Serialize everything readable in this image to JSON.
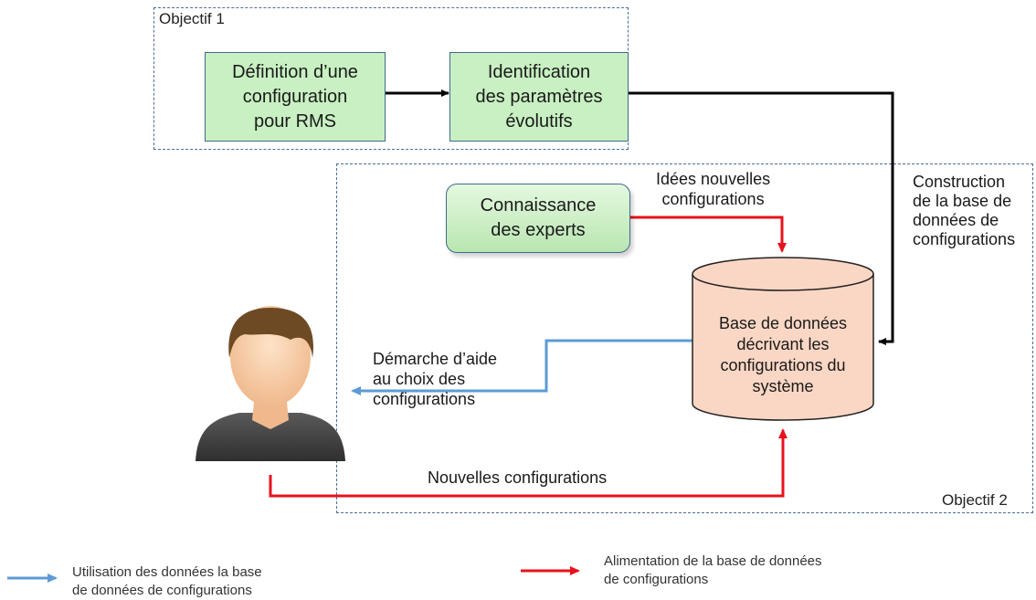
{
  "regions": {
    "objectif1": "Objectif 1",
    "objectif2": "Objectif 2"
  },
  "boxes": {
    "definition": "Définition d’une\nconfiguration\npour RMS",
    "identification": "Identification\ndes paramètres\névolutifs",
    "experts": "Connaissance\ndes experts",
    "database": "Base de données\ndécrivant les\nconfigurations du\nsystème"
  },
  "labels": {
    "idees": "Idées nouvelles\nconfigurations",
    "construction": "Construction\nde la base de\ndonnées de\nconfigurations",
    "demarche": "Démarche d’aide\nau choix des\nconfigurations",
    "nouvelles": "Nouvelles configurations"
  },
  "legend": {
    "blue": "Utilisation des données  la base\nde données de configurations",
    "red": "Alimentation de la base de données\nde configurations"
  },
  "colors": {
    "blue_arrow": "#5b9bd5",
    "red_arrow": "#e8121c",
    "black_arrow": "#000000",
    "box_fill": "#c8f0c2",
    "db_fill": "#fad7c4"
  },
  "icons": {
    "user": "user-avatar-icon"
  }
}
